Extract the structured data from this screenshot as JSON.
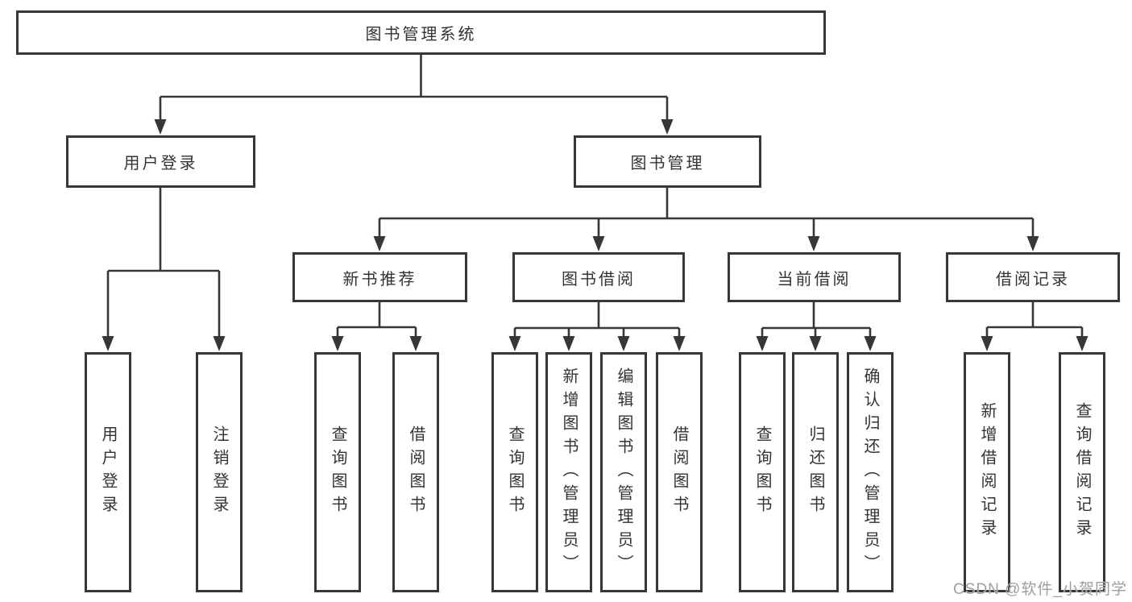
{
  "tree": {
    "root": {
      "label": "图书管理系统",
      "children": [
        {
          "label": "用户登录",
          "children": [
            {
              "label": "用户登录"
            },
            {
              "label": "注销登录"
            }
          ]
        },
        {
          "label": "图书管理",
          "children": [
            {
              "label": "新书推荐",
              "children": [
                {
                  "label": "查询图书"
                },
                {
                  "label": "借阅图书"
                }
              ]
            },
            {
              "label": "图书借阅",
              "children": [
                {
                  "label": "查询图书"
                },
                {
                  "label": "新增图书（管理员）"
                },
                {
                  "label": "编辑图书（管理员）"
                },
                {
                  "label": "借阅图书"
                }
              ]
            },
            {
              "label": "当前借阅",
              "children": [
                {
                  "label": "查询图书"
                },
                {
                  "label": "归还图书"
                },
                {
                  "label": "确认归还（管理员）"
                }
              ]
            },
            {
              "label": "借阅记录",
              "children": [
                {
                  "label": "新增借阅记录"
                },
                {
                  "label": "查询借阅记录"
                }
              ]
            }
          ]
        }
      ]
    }
  },
  "watermark": {
    "text": "CSDN @软件_小贺同学"
  },
  "colors": {
    "line": "#373737",
    "box_border": "#373737",
    "text": "#333333",
    "watermark": "#9e9e9e",
    "background": "#ffffff"
  }
}
